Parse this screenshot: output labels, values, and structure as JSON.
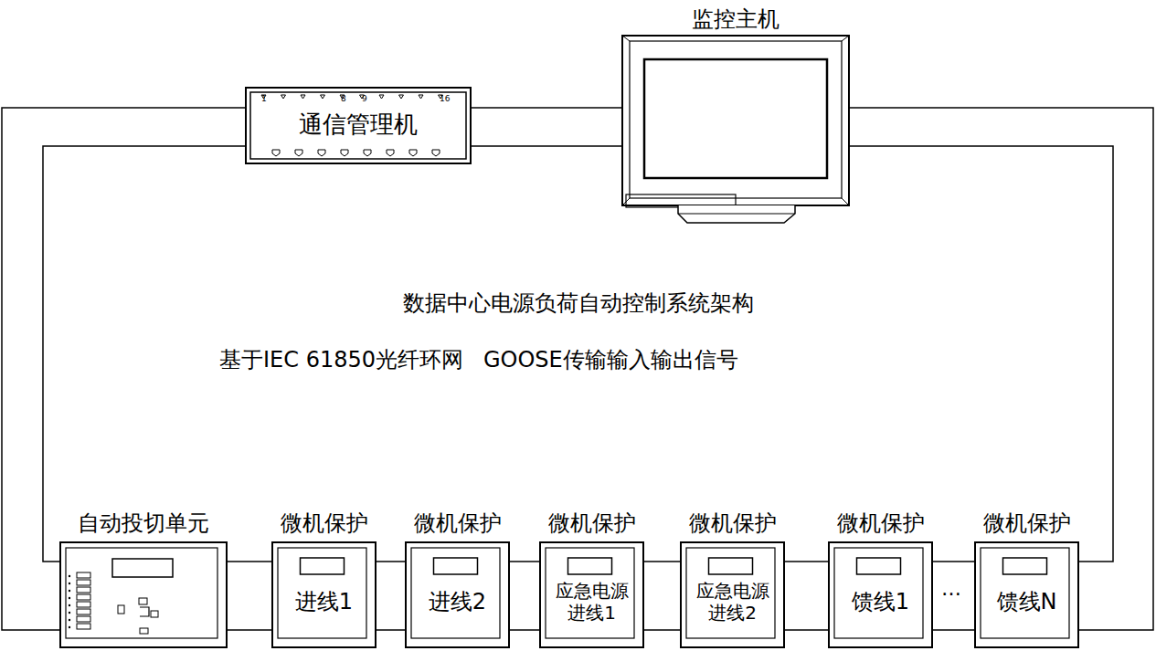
{
  "diagram": {
    "title": "数据中心电源负荷自动控制系统架构",
    "nodes": [
      {
        "text": [
          "通信管理机"
        ]
      },
      {
        "text": [
          "监控主机"
        ]
      },
      {
        "text": [
          "自动投切单元"
        ]
      },
      {
        "text": [
          "微机保护",
          "进线1"
        ]
      },
      {
        "text": [
          "微机保护",
          "进线2"
        ]
      },
      {
        "text": [
          "微机保护",
          "应急电源 进线1"
        ]
      },
      {
        "text": [
          "微机保护",
          "应急电源 进线2"
        ]
      },
      {
        "text": [
          "微机保护",
          "馈线1"
        ]
      },
      {
        "text": [
          "微机保护",
          "馈线N"
        ]
      }
    ],
    "edges": [
      {
        "from": 0,
        "to": 1,
        "arrow": "none"
      },
      {
        "from": 0,
        "to": 1,
        "arrow": "none"
      },
      {
        "from": 1,
        "to": 8,
        "arrow": "none"
      },
      {
        "from": 1,
        "to": 8,
        "arrow": "none"
      },
      {
        "from": 0,
        "to": 2,
        "arrow": "none"
      },
      {
        "from": 0,
        "to": 2,
        "arrow": "none"
      },
      {
        "from": 2,
        "to": 3,
        "arrow": "none"
      },
      {
        "from": 2,
        "to": 3,
        "arrow": "none"
      },
      {
        "from": 3,
        "to": 4,
        "arrow": "none"
      },
      {
        "from": 3,
        "to": 4,
        "arrow": "none"
      },
      {
        "from": 4,
        "to": 5,
        "arrow": "none"
      },
      {
        "from": 4,
        "to": 5,
        "arrow": "none"
      },
      {
        "from": 5,
        "to": 6,
        "arrow": "none"
      },
      {
        "from": 5,
        "to": 6,
        "arrow": "none"
      },
      {
        "from": 6,
        "to": 7,
        "arrow": "none"
      },
      {
        "from": 6,
        "to": 7,
        "arrow": "none"
      },
      {
        "from": 7,
        "to": 8,
        "arrow": "none"
      },
      {
        "from": 7,
        "to": 8,
        "arrow": "none"
      }
    ],
    "labels": [
      "1",
      "8",
      "9",
      "16",
      "基于IEC 61850光纤环网",
      "GOOSE传输输入输出信号",
      "…"
    ]
  }
}
